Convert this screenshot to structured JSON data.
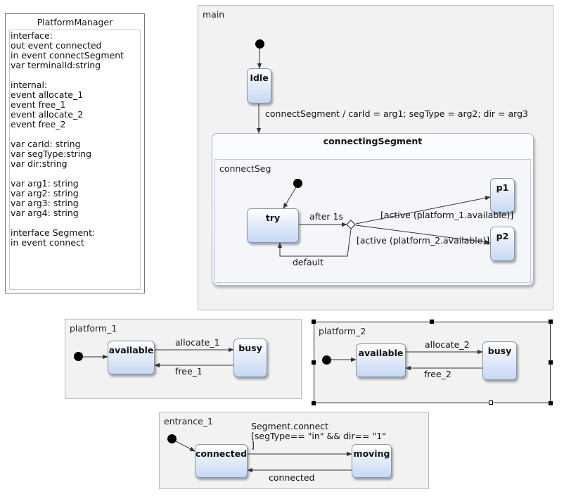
{
  "definition": {
    "title": "PlatformManager",
    "lines": [
      "interface:",
      "out event connected",
      "in event connectSegment",
      "var terminalId:string",
      "",
      "internal:",
      "event allocate_1",
      "event free_1",
      "event allocate_2",
      "event free_2",
      "",
      "var carId: string",
      "var segType:string",
      "var dir:string",
      "",
      "var arg1: string",
      "var arg2: string",
      "var arg3: string",
      "var arg4: string",
      "",
      "interface Segment:",
      "in event connect"
    ]
  },
  "main": {
    "label": "main",
    "idle": "Idle",
    "idle_transition": "connectSegment / carId = arg1; segType = arg2; dir = arg3",
    "composite": "connectingSegment",
    "inner_region": "connectSeg",
    "try": "try",
    "p1": "p1",
    "p2": "p2",
    "after": "after 1s",
    "guard_p1": "[active (platform_1.available)]",
    "guard_p2": "[active (platform_2.available)]",
    "default": "default"
  },
  "platform_1": {
    "label": "platform_1",
    "available": "available",
    "busy": "busy",
    "allocate": "allocate_1",
    "free": "free_1"
  },
  "platform_2": {
    "label": "platform_2",
    "available": "available",
    "busy": "busy",
    "allocate": "allocate_2",
    "free": "free_2"
  },
  "entrance_1": {
    "label": "entrance_1",
    "connected": "connected",
    "moving": "moving",
    "trigger_line1": "Segment.connect",
    "trigger_line2": "[segType== \"in\" && dir== \"1\"",
    "trigger_line3": "]",
    "back": "connected"
  }
}
